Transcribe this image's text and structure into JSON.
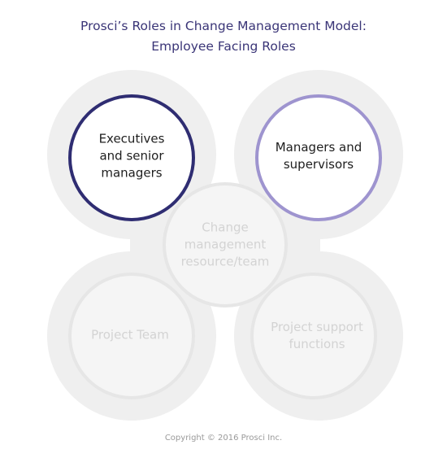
{
  "title": {
    "line1": "Prosci’s Roles in Change Management Model:",
    "line2": "Employee Facing Roles"
  },
  "colors": {
    "title": "#3a3577",
    "executives_ring": "#2f2d72",
    "managers_ring": "#9e94cf",
    "outer_blob": "#efefef",
    "inner_fill": "#f5f5f5",
    "inner_ring": "#e6e6e6",
    "active_text": "#1e1e1e",
    "inactive_text": "#d3d3d3"
  },
  "nodes": {
    "executives": {
      "line1": "Executives",
      "line2": "and senior",
      "line3": "managers"
    },
    "managers": {
      "line1": "Managers and",
      "line2": "supervisors"
    },
    "change_management": {
      "line1": "Change",
      "line2": "management",
      "line3": "resource/team"
    },
    "project_team": {
      "line1": "Project Team"
    },
    "project_support": {
      "line1": "Project support",
      "line2": "functions"
    }
  },
  "copyright": "Copyright © 2016 Prosci Inc."
}
